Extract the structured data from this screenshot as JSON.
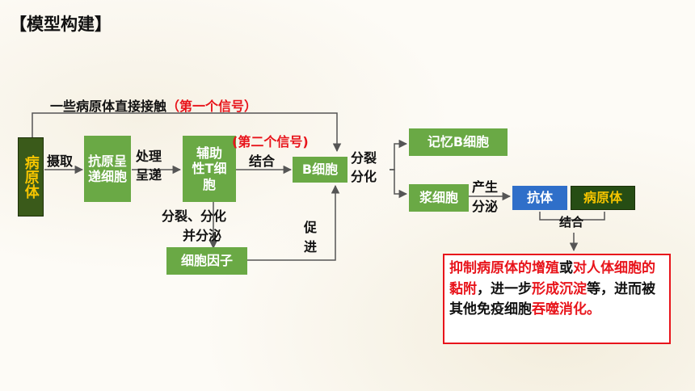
{
  "title": "【模型构建】",
  "nodes": {
    "pathogen": "病原体",
    "apc": "抗原呈递细胞",
    "th": "辅助性T细胞",
    "bcell": "B细胞",
    "memory_b": "记忆B细胞",
    "plasma": "浆细胞",
    "cytokine": "细胞因子",
    "antibody": "抗体",
    "pathogen2": "病原体"
  },
  "labels": {
    "direct_contact": "一些病原体直接接触",
    "signal1": "（第一个信号）",
    "signal2": "(第二个信号)",
    "uptake": "摄取",
    "process_present": "处理呈递",
    "bind1": "结合",
    "divide_differentiate": "分裂分化",
    "th_divide": "分裂、分化",
    "th_secrete": "并分泌",
    "promote": "促进",
    "produce_secrete": "产生分泌",
    "bind2": "结合"
  },
  "result": {
    "p1": "抑制病原体的增殖",
    "p2": "或",
    "p3": "对人体细胞的黏附",
    "p4": "，进一步",
    "p5": "形成沉淀",
    "p6": "等，进而被其他免疫细胞",
    "p7": "吞噬消化。"
  },
  "colors": {
    "box_green": "#6aa945",
    "pathogen_bg": "#3a5a1a",
    "pathogen_text": "#f5c400",
    "antibody_bg": "#2f6fc9",
    "pathogen2_bg": "#264d14",
    "highlight_red": "#e8141b",
    "line": "#555555"
  }
}
